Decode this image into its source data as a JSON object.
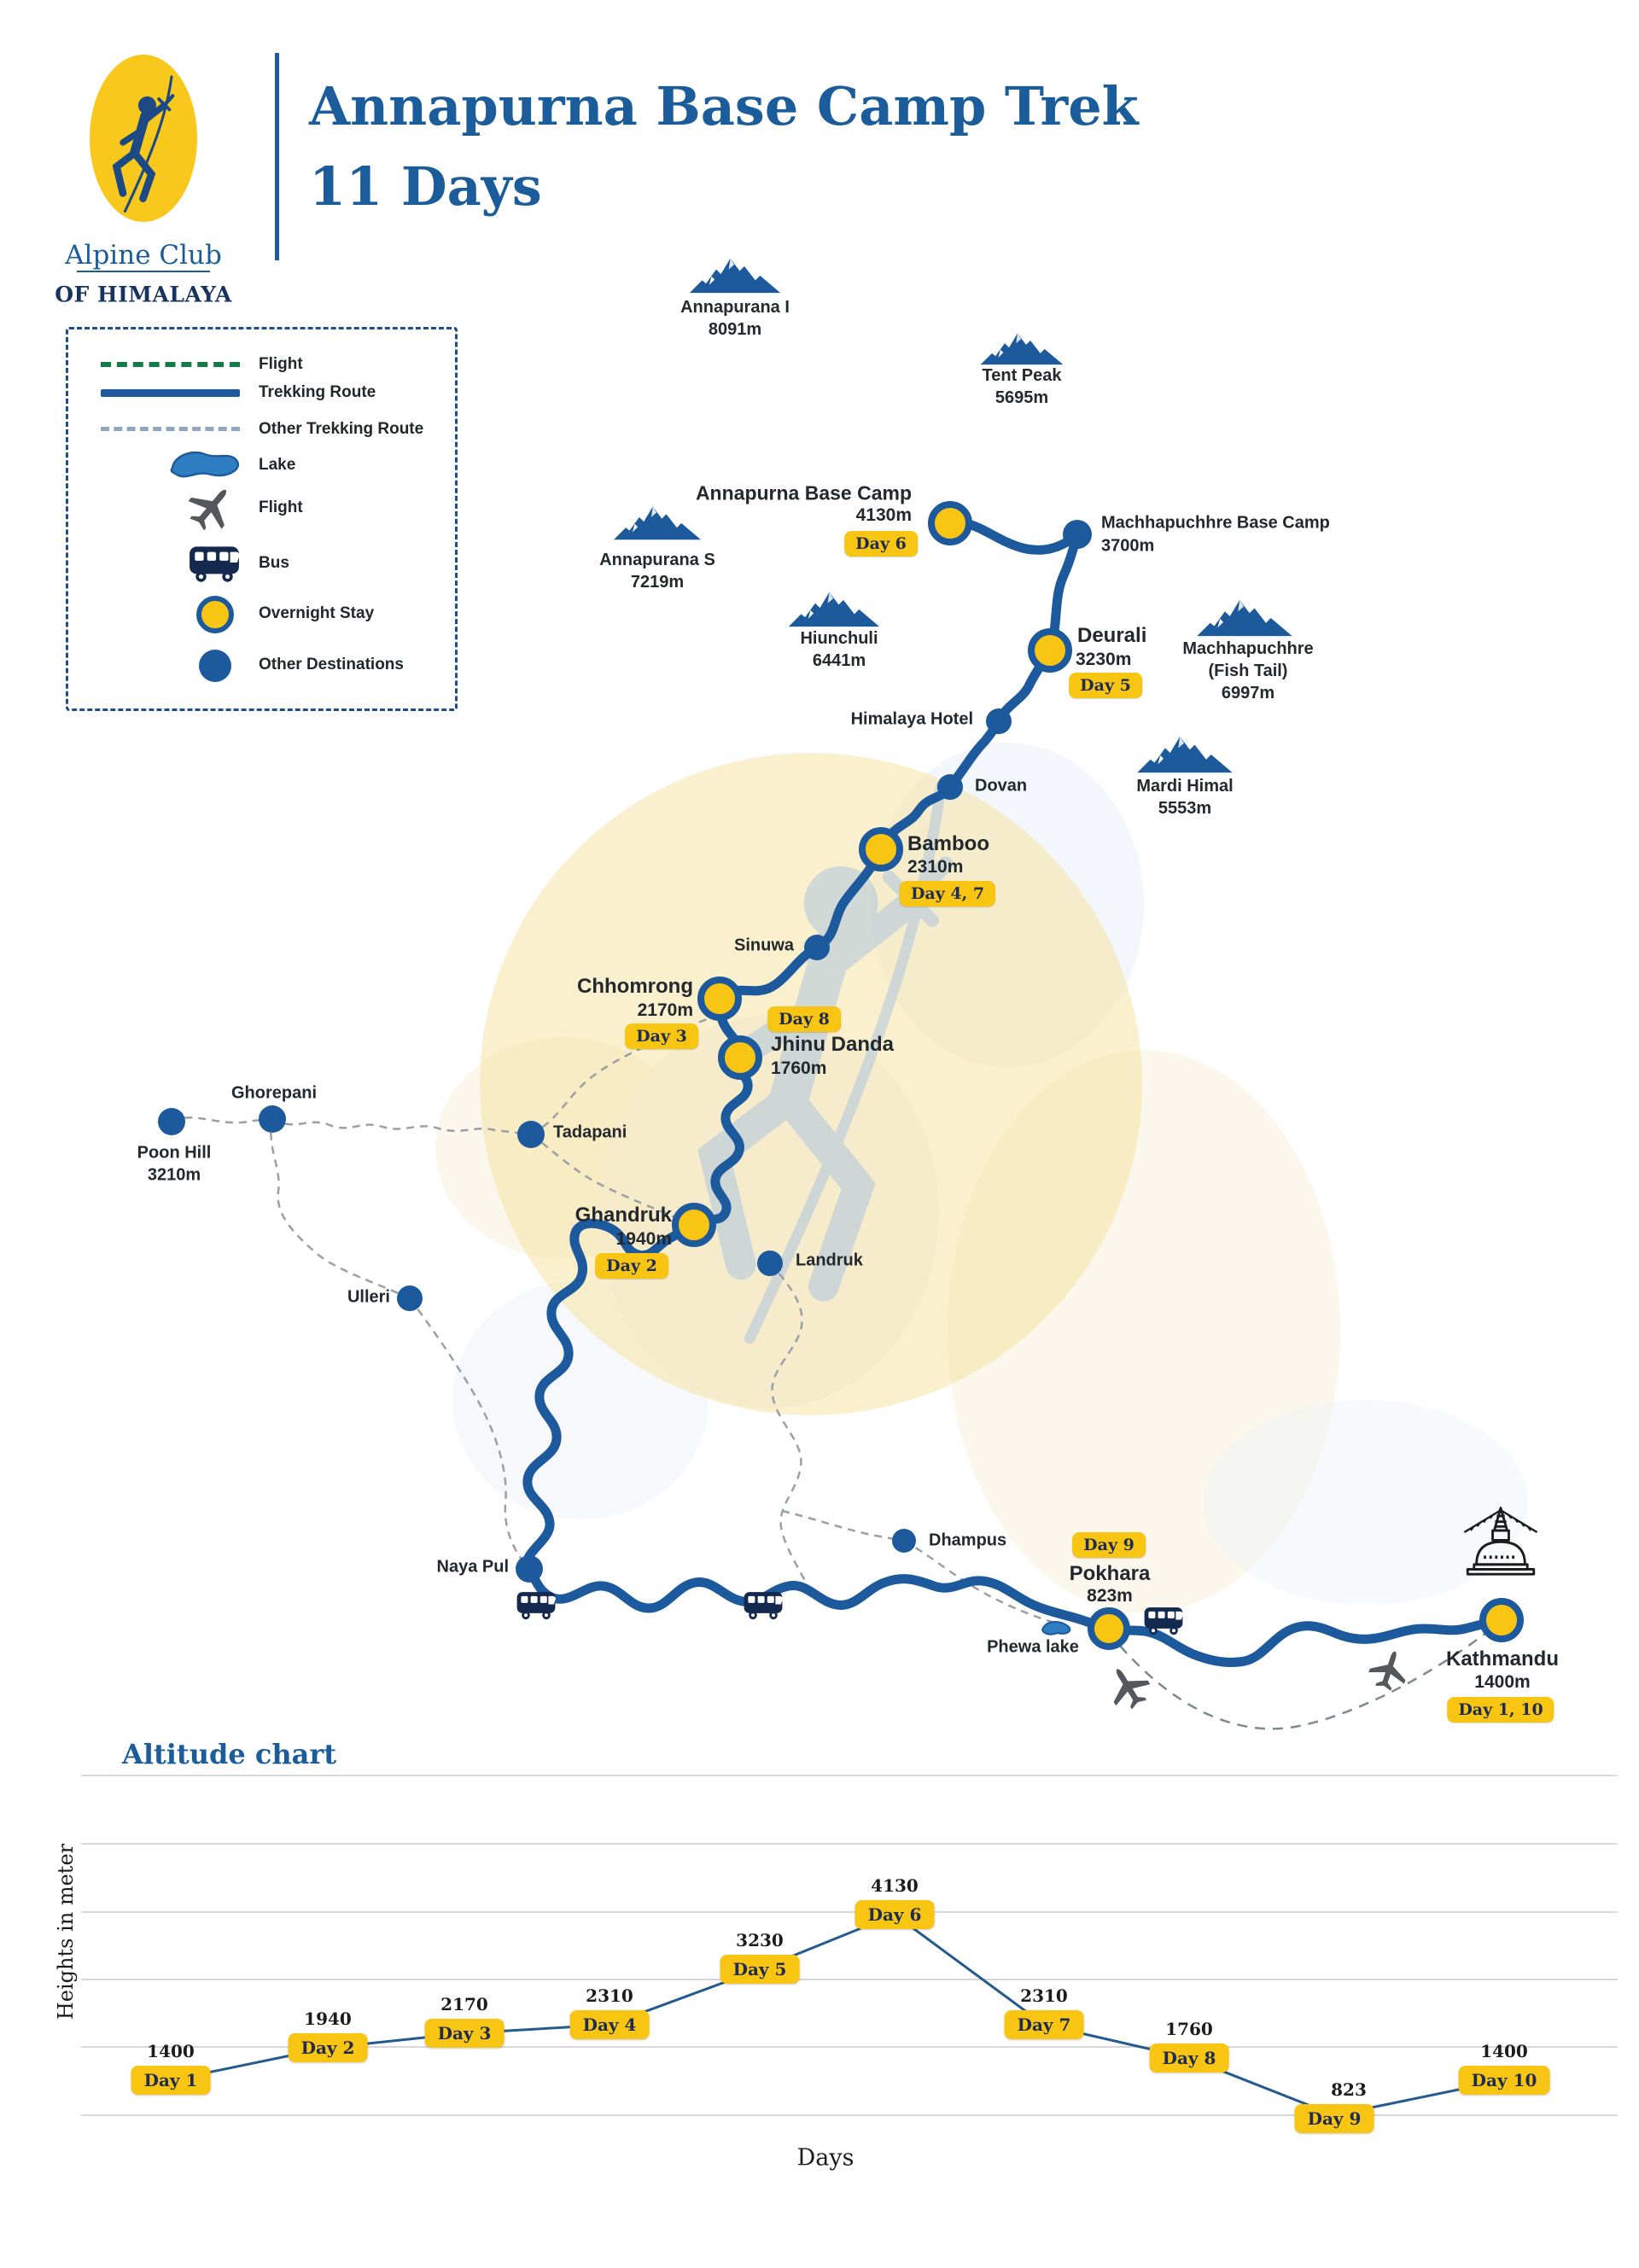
{
  "header": {
    "brand_name": "Alpine Club",
    "brand_sub": "OF HIMALAYA",
    "title_line1": "Annapurna Base Camp Trek",
    "title_line2": "11 Days"
  },
  "legend": {
    "items": [
      {
        "icon": "green-dashed-line",
        "label": "Flight"
      },
      {
        "icon": "blue-solid-line",
        "label": "Trekking Route"
      },
      {
        "icon": "gray-dashed-line",
        "label": "Other Trekking Route"
      },
      {
        "icon": "lake-shape",
        "label": "Lake"
      },
      {
        "icon": "airplane-icon",
        "label": "Flight"
      },
      {
        "icon": "bus-icon",
        "label": "Bus"
      },
      {
        "icon": "yellow-circle",
        "label": "Overnight Stay"
      },
      {
        "icon": "blue-circle",
        "label": "Other Destinations"
      }
    ]
  },
  "map": {
    "mountains": [
      {
        "name": "Annapurana I",
        "elevation": "8091m"
      },
      {
        "name": "Tent Peak",
        "elevation": "5695m"
      },
      {
        "name": "Annapurana S",
        "elevation": "7219m"
      },
      {
        "name": "Hiunchuli",
        "elevation": "6441m"
      },
      {
        "name": "Machhapuchhre",
        "name2": "(Fish Tail)",
        "elevation": "6997m"
      },
      {
        "name": "Mardi Himal",
        "elevation": "5553m"
      }
    ],
    "stops": [
      {
        "name": "Annapurna Base Camp",
        "elevation": "4130m",
        "day": "Day 6"
      },
      {
        "name": "Machhapuchhre Base Camp",
        "elevation": "3700m"
      },
      {
        "name": "Deurali",
        "elevation": "3230m",
        "day": "Day 5"
      },
      {
        "name": "Himalaya Hotel"
      },
      {
        "name": "Dovan"
      },
      {
        "name": "Bamboo",
        "elevation": "2310m",
        "day": "Day 4, 7"
      },
      {
        "name": "Sinuwa"
      },
      {
        "name": "Chhomrong",
        "elevation": "2170m",
        "day": "Day 3"
      },
      {
        "name": "Jhinu Danda",
        "elevation": "1760m",
        "day": "Day 8"
      },
      {
        "name": "Ghorepani"
      },
      {
        "name": "Poon Hill",
        "elevation": "3210m"
      },
      {
        "name": "Tadapani"
      },
      {
        "name": "Ulleri"
      },
      {
        "name": "Ghandruk",
        "elevation": "1940m",
        "day": "Day 2"
      },
      {
        "name": "Landruk"
      },
      {
        "name": "Naya Pul"
      },
      {
        "name": "Dhampus"
      },
      {
        "name": "Pokhara",
        "elevation": "823m",
        "day": "Day 9"
      },
      {
        "name": "Phewa lake"
      },
      {
        "name": "Kathmandu",
        "elevation": "1400m",
        "day": "Day 1, 10"
      }
    ]
  },
  "chart": {
    "title": "Altitude chart",
    "xlabel": "Days",
    "ylabel": "Heights in meter"
  },
  "chart_data": {
    "type": "line",
    "x": [
      "Day 1",
      "Day 2",
      "Day 3",
      "Day 4",
      "Day 5",
      "Day 6",
      "Day 7",
      "Day 8",
      "Day 9",
      "Day 10"
    ],
    "values": [
      1400,
      1940,
      2170,
      2310,
      3230,
      4130,
      2310,
      1760,
      823,
      1400
    ],
    "title": "Altitude chart",
    "xlabel": "Days",
    "ylabel": "Heights in meter",
    "ylim": [
      600,
      4600
    ],
    "grid": true,
    "line_color": "#245a8d",
    "marker_badge_color": "#f9c513"
  },
  "colors": {
    "accent_blue": "#1c5a9d",
    "title_blue": "#1b5c9b",
    "badge_yellow": "#f9c513",
    "flight_green": "#15794a",
    "navy": "#14294e"
  }
}
